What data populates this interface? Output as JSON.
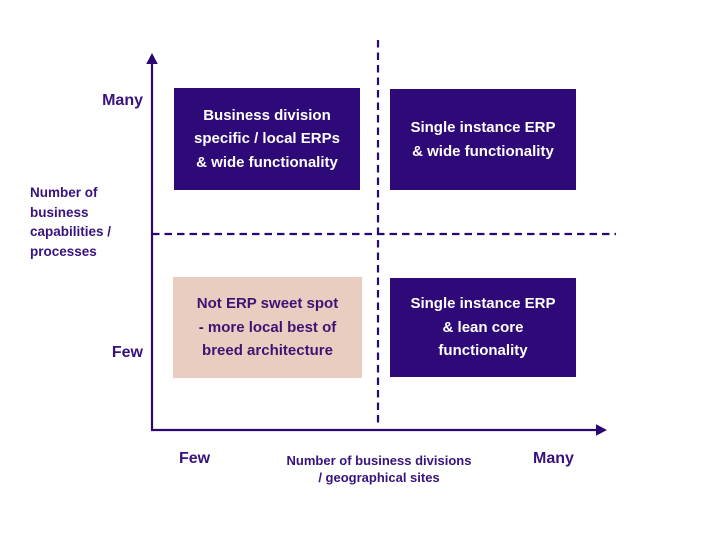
{
  "colors": {
    "purple": "#2e0a78",
    "axis": "#2a0873",
    "pink": "#eacdc1",
    "pink_text": "#3d1472",
    "label_text": "#38127d",
    "box_text_white": "#ffffff"
  },
  "y_axis": {
    "label": "Number of\nbusiness\ncapabilities /\nprocesses",
    "top_tick": "Many",
    "bottom_tick": "Few"
  },
  "x_axis": {
    "label": "Number of business divisions\n/ geographical sites",
    "left_tick": "Few",
    "right_tick": "Many"
  },
  "quadrants": {
    "top_left": {
      "text": "Business division\nspecific / local ERPs\n& wide functionality",
      "style": "purple"
    },
    "top_right": {
      "text": "Single instance ERP\n& wide functionality",
      "style": "purple"
    },
    "bottom_left": {
      "text": "Not ERP sweet spot\n- more local best of\nbreed architecture",
      "style": "pink"
    },
    "bottom_right": {
      "text": "Single instance ERP\n& lean core\nfunctionality",
      "style": "purple"
    }
  }
}
